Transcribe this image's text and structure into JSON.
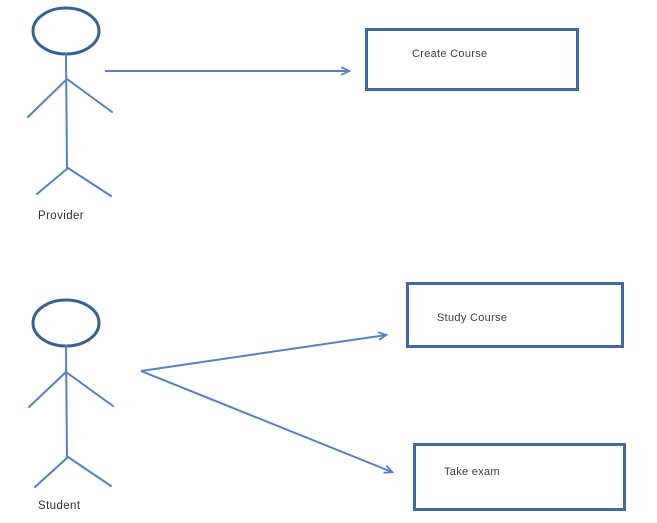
{
  "diagram": {
    "type": "use-case-diagram",
    "actors": [
      {
        "name": "Provider",
        "use_cases": [
          "Create Course"
        ]
      },
      {
        "name": "Student",
        "use_cases": [
          "Study Course",
          "Take exam"
        ]
      }
    ],
    "connections": [
      {
        "from": "Provider",
        "to": "Create Course",
        "style": "arrow"
      },
      {
        "from": "Student",
        "to": "Study Course",
        "style": "arrow"
      },
      {
        "from": "Student",
        "to": "Take exam",
        "style": "arrow"
      }
    ],
    "colors": {
      "head_stroke": "#38618F",
      "line": "#5580C2",
      "box_border": "#44679E",
      "text": "#3D3D3D",
      "background": "#FFFFFF"
    }
  }
}
